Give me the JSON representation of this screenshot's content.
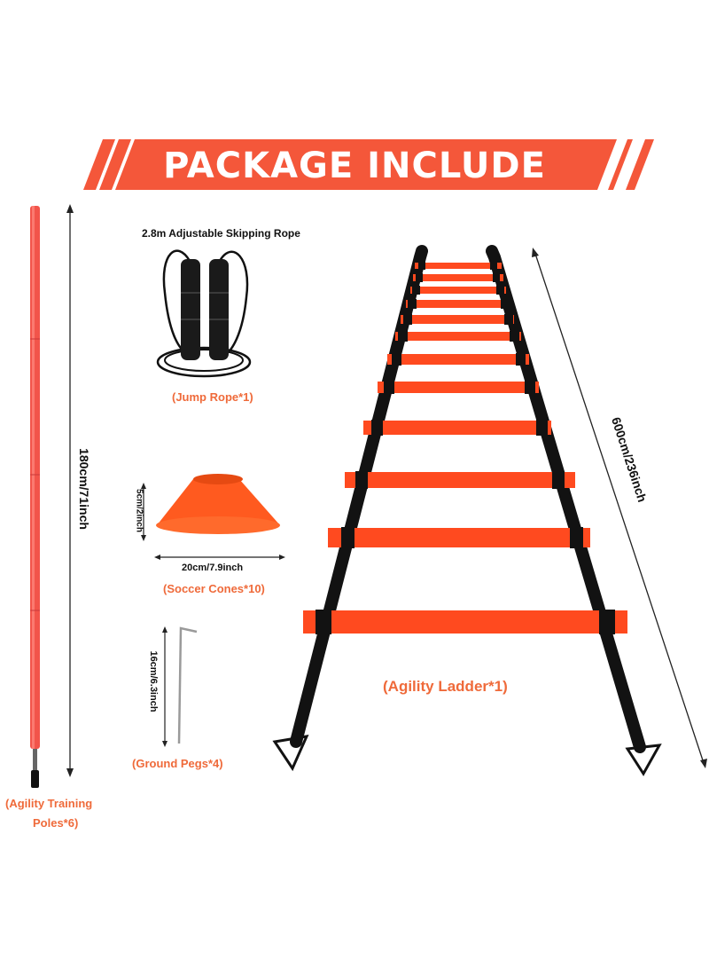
{
  "banner": {
    "title": "PACKAGE INCLUDE"
  },
  "colors": {
    "accent": "#f4573a",
    "label_orange": "#ef6a3a",
    "strap": "#111111",
    "rung": "#ff4a1f"
  },
  "items": {
    "skipping_rope": {
      "heading": "2.8m Adjustable Skipping Rope",
      "caption": "(Jump Rope*1)"
    },
    "cones": {
      "height_dim": "5cm/2inch",
      "width_dim": "20cm/7.9inch",
      "caption": "(Soccer Cones*10)"
    },
    "pegs": {
      "length_dim": "16cm/6.3inch",
      "caption": "(Ground Pegs*4)"
    },
    "poles": {
      "length_dim": "180cm/71inch",
      "caption_line1": "(Agility Training",
      "caption_line2": "Poles*6)"
    },
    "ladder": {
      "length_dim": "600cm/236inch",
      "caption": "(Agility Ladder*1)"
    }
  }
}
